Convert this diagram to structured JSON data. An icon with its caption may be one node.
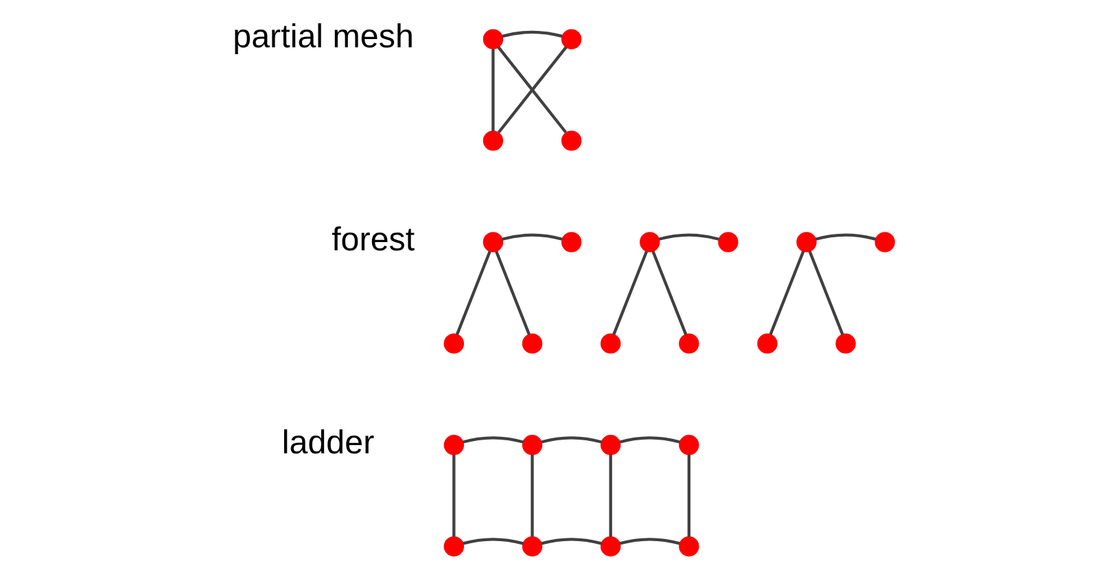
{
  "diagram": {
    "nodes": [
      {
        "text": [],
        "shape": "circle"
      },
      {
        "text": [],
        "shape": "circle"
      },
      {
        "text": [],
        "shape": "circle"
      },
      {
        "text": [],
        "shape": "circle"
      },
      {
        "text": [],
        "shape": "circle"
      },
      {
        "text": [],
        "shape": "circle"
      },
      {
        "text": [],
        "shape": "circle"
      },
      {
        "text": [],
        "shape": "circle"
      },
      {
        "text": [],
        "shape": "circle"
      },
      {
        "text": [],
        "shape": "circle"
      },
      {
        "text": [],
        "shape": "circle"
      },
      {
        "text": [],
        "shape": "circle"
      },
      {
        "text": [],
        "shape": "circle"
      },
      {
        "text": [],
        "shape": "circle"
      },
      {
        "text": [],
        "shape": "circle"
      },
      {
        "text": [],
        "shape": "circle"
      },
      {
        "text": [],
        "shape": "circle"
      },
      {
        "text": [],
        "shape": "circle"
      },
      {
        "text": [],
        "shape": "circle"
      },
      {
        "text": [],
        "shape": "circle"
      },
      {
        "text": [],
        "shape": "circle"
      },
      {
        "text": [],
        "shape": "circle"
      },
      {
        "text": [],
        "shape": "circle"
      },
      {
        "text": [],
        "shape": "circle"
      }
    ],
    "edges": [
      {
        "from": 0,
        "to": 1,
        "arrow": "none"
      },
      {
        "from": 0,
        "to": 2,
        "arrow": "none"
      },
      {
        "from": 0,
        "to": 3,
        "arrow": "none"
      },
      {
        "from": 1,
        "to": 2,
        "arrow": "none"
      },
      {
        "from": 4,
        "to": 5,
        "arrow": "none"
      },
      {
        "from": 4,
        "to": 6,
        "arrow": "none"
      },
      {
        "from": 4,
        "to": 7,
        "arrow": "none"
      },
      {
        "from": 8,
        "to": 9,
        "arrow": "none"
      },
      {
        "from": 8,
        "to": 10,
        "arrow": "none"
      },
      {
        "from": 8,
        "to": 11,
        "arrow": "none"
      },
      {
        "from": 12,
        "to": 13,
        "arrow": "none"
      },
      {
        "from": 12,
        "to": 14,
        "arrow": "none"
      },
      {
        "from": 12,
        "to": 15,
        "arrow": "none"
      },
      {
        "from": 16,
        "to": 17,
        "arrow": "none"
      },
      {
        "from": 17,
        "to": 18,
        "arrow": "none"
      },
      {
        "from": 18,
        "to": 19,
        "arrow": "none"
      },
      {
        "from": 20,
        "to": 21,
        "arrow": "none"
      },
      {
        "from": 21,
        "to": 22,
        "arrow": "none"
      },
      {
        "from": 22,
        "to": 23,
        "arrow": "none"
      },
      {
        "from": 16,
        "to": 20,
        "arrow": "none"
      },
      {
        "from": 17,
        "to": 21,
        "arrow": "none"
      },
      {
        "from": 18,
        "to": 22,
        "arrow": "none"
      },
      {
        "from": 19,
        "to": 23,
        "arrow": "none"
      }
    ],
    "labels": [
      "partial mesh",
      "forest",
      "ladder"
    ]
  }
}
